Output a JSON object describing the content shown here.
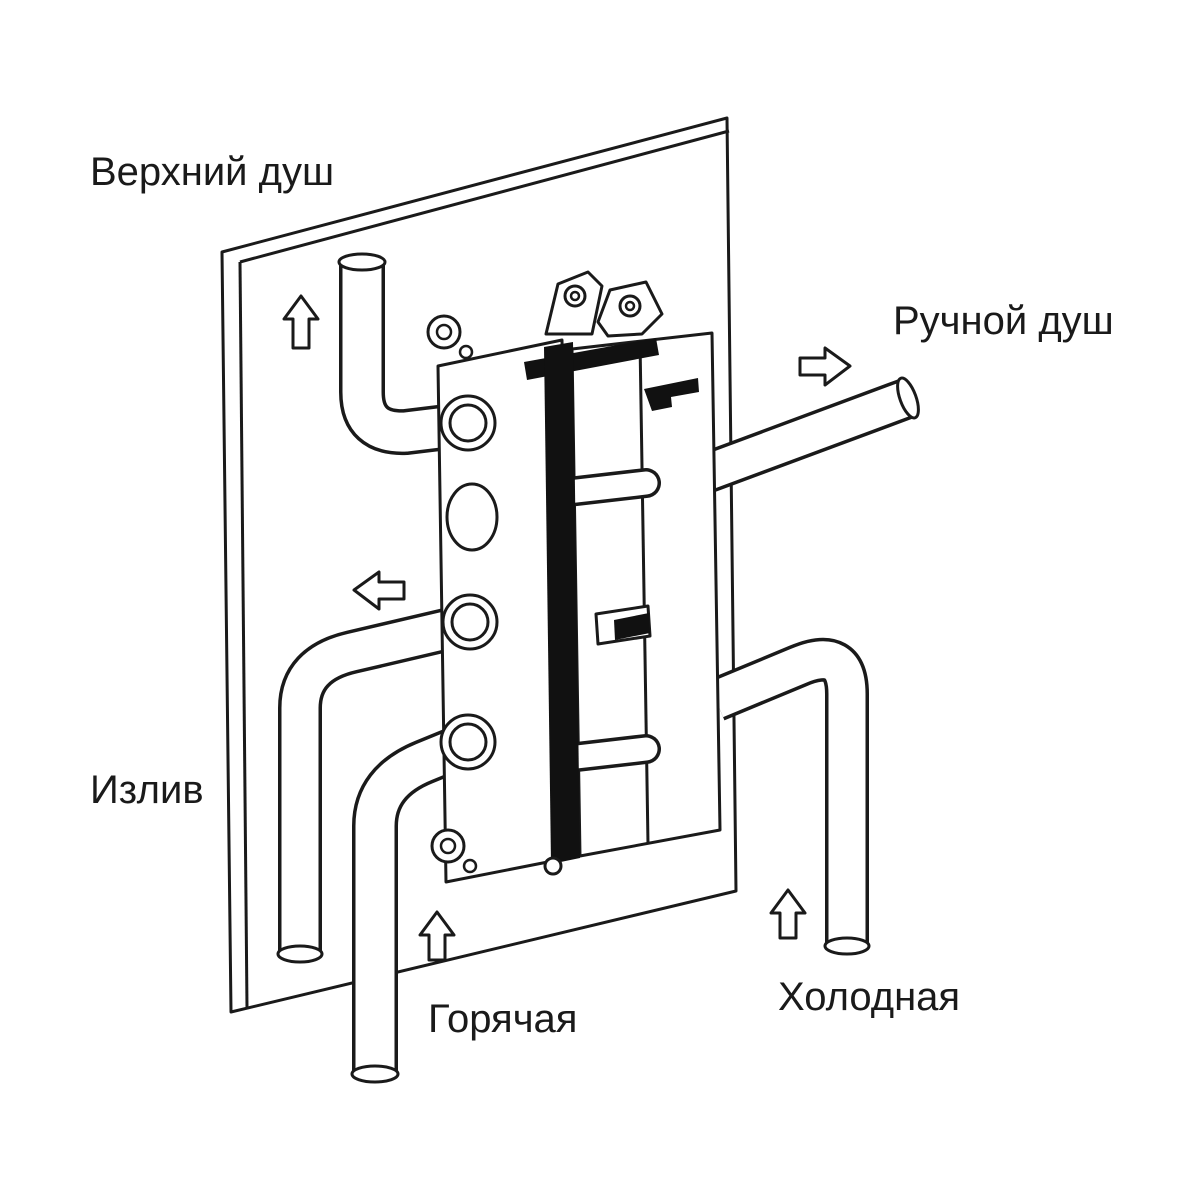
{
  "page": {
    "background": "#ffffff"
  },
  "diagram": {
    "type": "shower-mixer-installation-diagram",
    "labels": {
      "top_shower": "Верхний душ",
      "hand_shower": "Ручной душ",
      "spout": "Излив",
      "hot": "Горячая",
      "cold": "Холодная"
    },
    "colors": {
      "line": "#1a1a1a",
      "fill": "#ffffff",
      "seal": "#111111",
      "background": "#ffffff"
    }
  }
}
